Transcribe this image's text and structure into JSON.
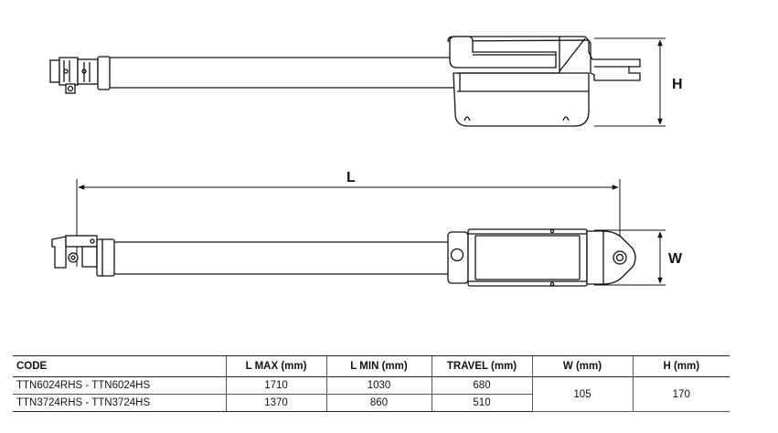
{
  "dimensions": {
    "length_label": "L",
    "height_label": "H",
    "width_label": "W"
  },
  "table": {
    "headers": [
      "CODE",
      "L MAX (mm)",
      "L MIN (mm)",
      "TRAVEL (mm)",
      "W (mm)",
      "H (mm)"
    ],
    "rows": [
      {
        "code": "TTN6024RHS - TTN6024HS",
        "l_max": "1710",
        "l_min": "1030",
        "travel": "680"
      },
      {
        "code": "TTN3724RHS - TTN3724HS",
        "l_max": "1370",
        "l_min": "860",
        "travel": "510"
      }
    ],
    "shared": {
      "w": "105",
      "h": "170"
    }
  }
}
